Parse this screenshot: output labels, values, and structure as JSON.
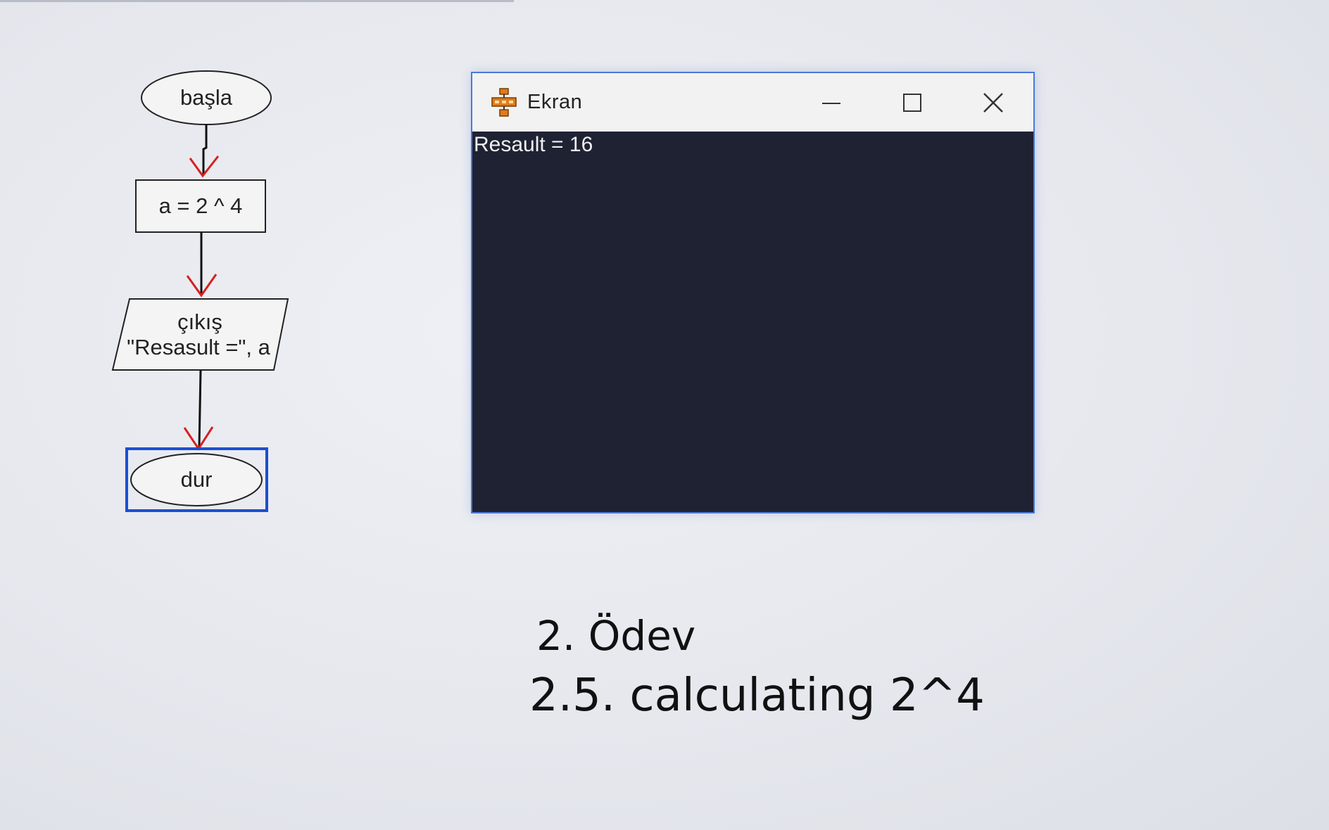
{
  "flowchart": {
    "start": "başla",
    "assign": "a = 2 ^ 4",
    "output_line1": "çıkış",
    "output_line2": "\"Resasult =\", a",
    "end": "dur"
  },
  "window": {
    "title": "Ekran",
    "console_output": "Resault = 16",
    "icons": [
      "app-icon",
      "minimize-icon",
      "maximize-icon",
      "close-icon"
    ]
  },
  "caption": {
    "line1": "2. Ödev",
    "line2": "2.5. calculating 2^4"
  },
  "colors": {
    "console_bg": "#1f2233",
    "titlebar_bg": "#f2f2f2",
    "window_border": "#4a78d8",
    "arrow_red": "#d62020",
    "selection_blue": "#1b4fd0"
  }
}
